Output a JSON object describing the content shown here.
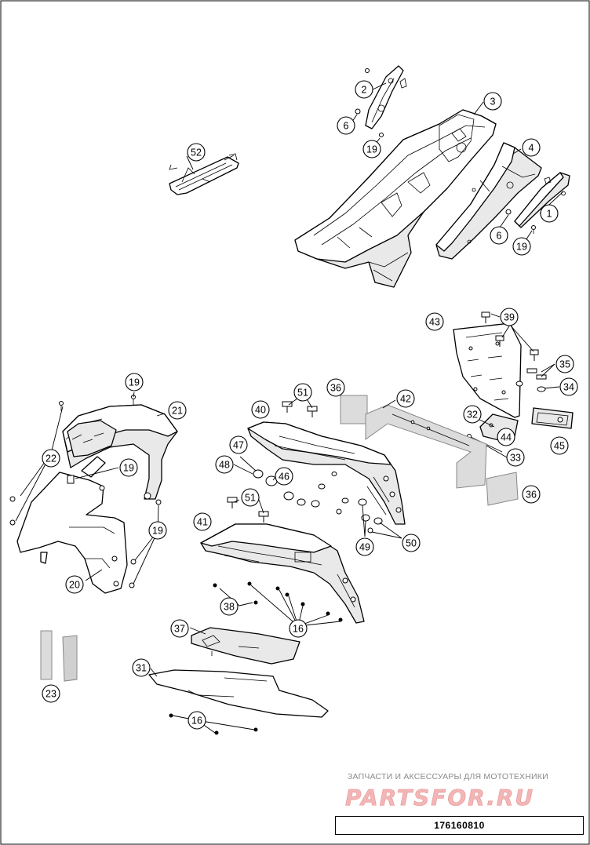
{
  "diagram": {
    "id": "176160810",
    "watermark_caption": "ЗАПЧАСТИ И АКСЕССУАРЫ ДЛЯ МОТОТЕХНИКИ",
    "watermark_logo": "PARTSFOR.RU",
    "colors": {
      "line": "#000000",
      "background": "#ffffff",
      "plate": "#dcdcdc",
      "watermark": "#e89090"
    }
  },
  "callouts": [
    {
      "label": "2"
    },
    {
      "label": "3"
    },
    {
      "label": "6"
    },
    {
      "label": "19"
    },
    {
      "label": "4"
    },
    {
      "label": "1"
    },
    {
      "label": "6"
    },
    {
      "label": "19"
    },
    {
      "label": "52"
    },
    {
      "label": "43"
    },
    {
      "label": "39"
    },
    {
      "label": "35"
    },
    {
      "label": "34"
    },
    {
      "label": "32"
    },
    {
      "label": "44"
    },
    {
      "label": "45"
    },
    {
      "label": "33"
    },
    {
      "label": "36"
    },
    {
      "label": "36"
    },
    {
      "label": "42"
    },
    {
      "label": "51"
    },
    {
      "label": "40"
    },
    {
      "label": "47"
    },
    {
      "label": "48"
    },
    {
      "label": "46"
    },
    {
      "label": "51"
    },
    {
      "label": "41"
    },
    {
      "label": "49"
    },
    {
      "label": "50"
    },
    {
      "label": "19"
    },
    {
      "label": "21"
    },
    {
      "label": "19"
    },
    {
      "label": "22"
    },
    {
      "label": "19"
    },
    {
      "label": "20"
    },
    {
      "label": "38"
    },
    {
      "label": "16"
    },
    {
      "label": "37"
    },
    {
      "label": "31"
    },
    {
      "label": "16"
    },
    {
      "label": "23"
    }
  ]
}
